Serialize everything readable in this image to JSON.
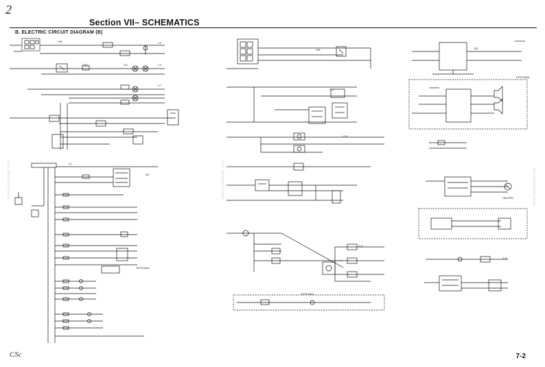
{
  "page": {
    "corner_number": "2",
    "section_title": "Section VII– SCHEMATICS",
    "diagram_title": "B. ELECTRIC CIRCUIT DIAGRAM (B)",
    "page_number": "7-2",
    "footer_mark": "CSc",
    "watermark": "www.epcatalogs.com"
  },
  "labels": {
    "optional": "OPTIONAL",
    "heater": "HEATER"
  }
}
